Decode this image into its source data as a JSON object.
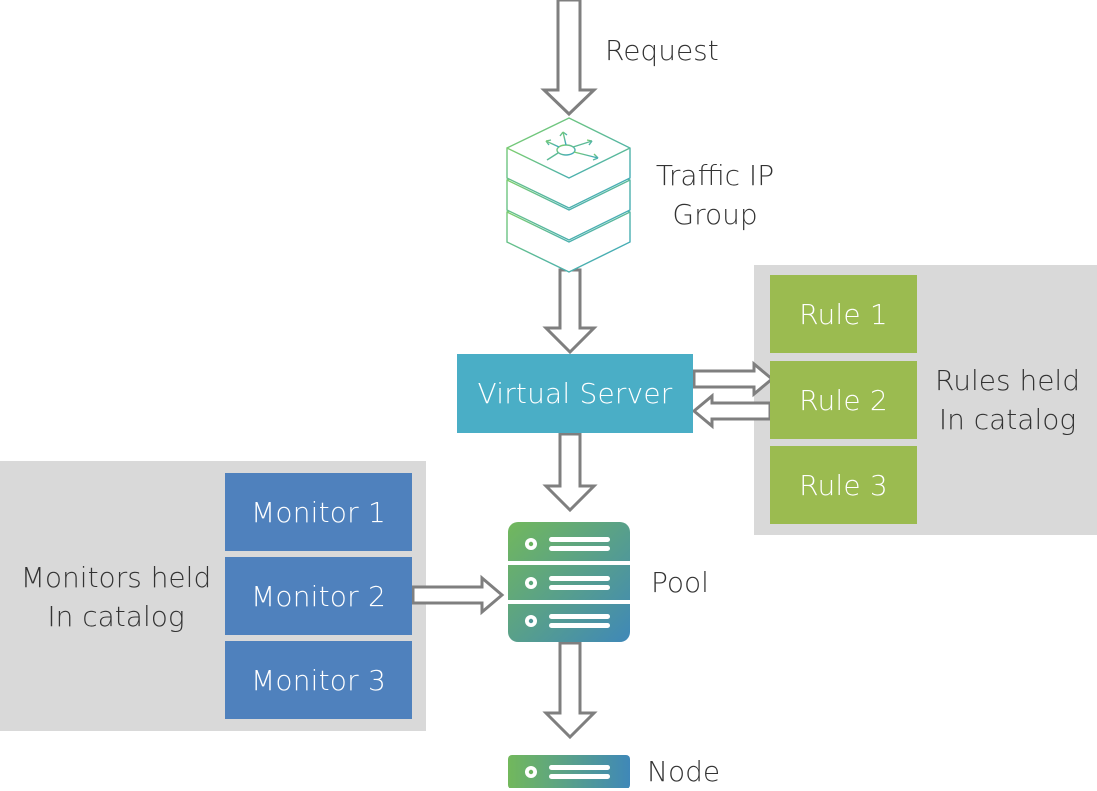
{
  "colors": {
    "virtual_server": "#4aaec6",
    "rule": "#9bbb50",
    "monitor": "#4f81bd",
    "catalog_panel": "#d9d9d9",
    "arrow_stroke": "#7f7f7f",
    "pool_gradient_start": "#72b85c",
    "pool_gradient_end": "#3f88b8",
    "traffic_ip_outline_start": "#7fcf6a",
    "traffic_ip_outline_end": "#3aa6c4"
  },
  "labels": {
    "request": "Request",
    "traffic_ip_group": [
      "Traffic IP",
      "Group"
    ],
    "pool": "Pool",
    "node": "Node",
    "rules_catalog": [
      "Rules held",
      "In catalog"
    ],
    "monitors_catalog": [
      "Monitors held",
      "In catalog"
    ]
  },
  "virtual_server": {
    "label": "Virtual Server"
  },
  "rules": [
    "Rule 1",
    "Rule 2",
    "Rule 3"
  ],
  "monitors": [
    "Monitor 1",
    "Monitor 2",
    "Monitor 3"
  ],
  "icons": {
    "traffic_ip_group": "stacked-routing-layers-icon",
    "pool": "server-stack-icon",
    "node": "server-icon"
  }
}
